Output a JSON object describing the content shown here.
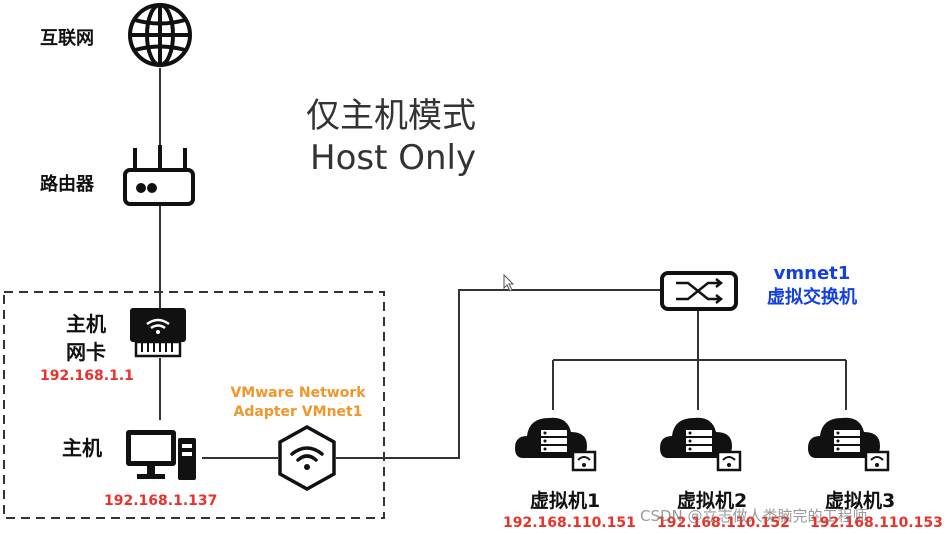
{
  "title": {
    "cn": "仅主机模式",
    "en": "Host Only"
  },
  "nodes": {
    "internet": {
      "label": "互联网",
      "icon": "globe-icon"
    },
    "router": {
      "label": "路由器",
      "icon": "router-icon"
    },
    "host_nic": {
      "label_line1": "主机",
      "label_line2": "网卡",
      "ip": "192.168.1.1",
      "icon": "network-card-icon"
    },
    "host": {
      "label": "主机",
      "ip": "192.168.1.137",
      "icon": "desktop-computer-icon"
    },
    "vmnet_adapter": {
      "label_line1": "VMware Network",
      "label_line2": "Adapter VMnet1",
      "icon": "wifi-hexagon-icon"
    },
    "switch": {
      "label_line1": "vmnet1",
      "label_line2": "虚拟交换机",
      "icon": "switch-icon"
    },
    "vms": [
      {
        "label": "虚拟机1",
        "ip": "192.168.110.151",
        "icon": "cloud-server-icon"
      },
      {
        "label": "虚拟机2",
        "ip": "192.168.110.152",
        "icon": "cloud-server-icon"
      },
      {
        "label": "虚拟机3",
        "ip": "192.168.110.153",
        "icon": "cloud-server-icon"
      }
    ]
  },
  "watermark": "CSDN @立志做人类脑完的工程师",
  "colors": {
    "ip": "#e8322a",
    "adapter_label": "#f0962a",
    "switch_label": "#1440e0",
    "lines": "#333333"
  }
}
